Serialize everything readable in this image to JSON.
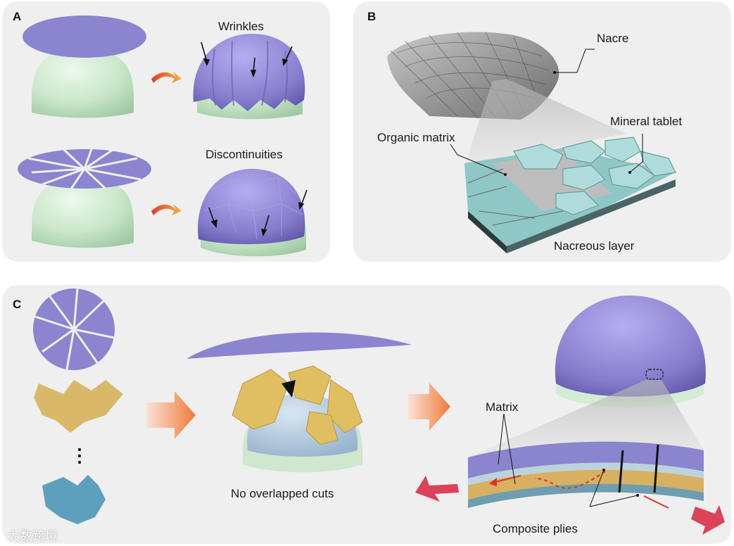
{
  "panels": {
    "a": {
      "label": "A",
      "top_label": "Wrinkles",
      "bottom_label": "Discontinuities"
    },
    "b": {
      "label": "B",
      "nacre": "Nacre",
      "mineral_tablet": "Mineral tablet",
      "organic_matrix": "Organic matrix",
      "nacreous_layer": "Nacreous layer"
    },
    "c": {
      "label": "C",
      "no_overlap": "No overlapped cuts",
      "matrix": "Matrix",
      "composite_plies": "Composite plies",
      "ellipsis": "⋮"
    }
  },
  "watermark": "大数跨境",
  "colors": {
    "purple": "#8b84cf",
    "mint": "#cde9cf",
    "gold": "#d8b96a",
    "blue": "#5e9fbe",
    "tablet": "#aedcdc",
    "arrow": "#f08a4b"
  }
}
